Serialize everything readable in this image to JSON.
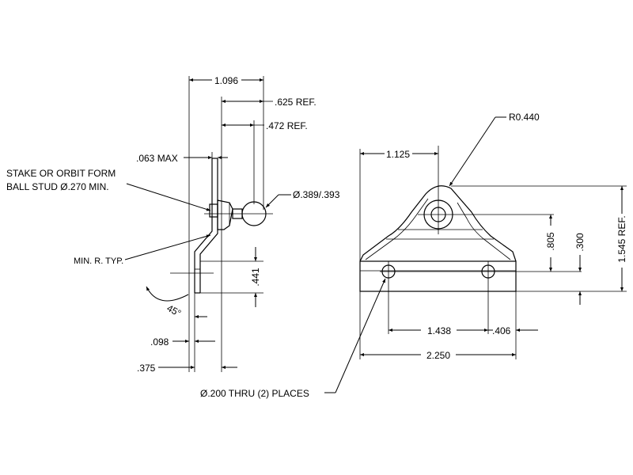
{
  "drawing": {
    "side_view": {
      "dim_overall_width": "1.096",
      "dim_ref_625": ".625 REF.",
      "dim_ref_472": ".472 REF.",
      "dim_063": ".063 MAX",
      "note_stake_line1": "STAKE OR ORBIT FORM",
      "note_stake_line2": "BALL STUD Ø.270 MIN.",
      "dim_ball_dia": "Ø.389/.393",
      "note_min_r": "MIN. R. TYP.",
      "dim_441": ".441",
      "dim_angle": "45°",
      "dim_098": ".098",
      "dim_375": ".375"
    },
    "front_view": {
      "dim_radius": "R0.440",
      "dim_1125": "1.125",
      "dim_805": ".805",
      "dim_300": ".300",
      "dim_1545_ref": "1.545 REF.",
      "dim_1438": "1.438",
      "dim_406": ".406",
      "dim_2250": "2.250",
      "note_holes": "Ø.200 THRU (2) PLACES"
    }
  }
}
